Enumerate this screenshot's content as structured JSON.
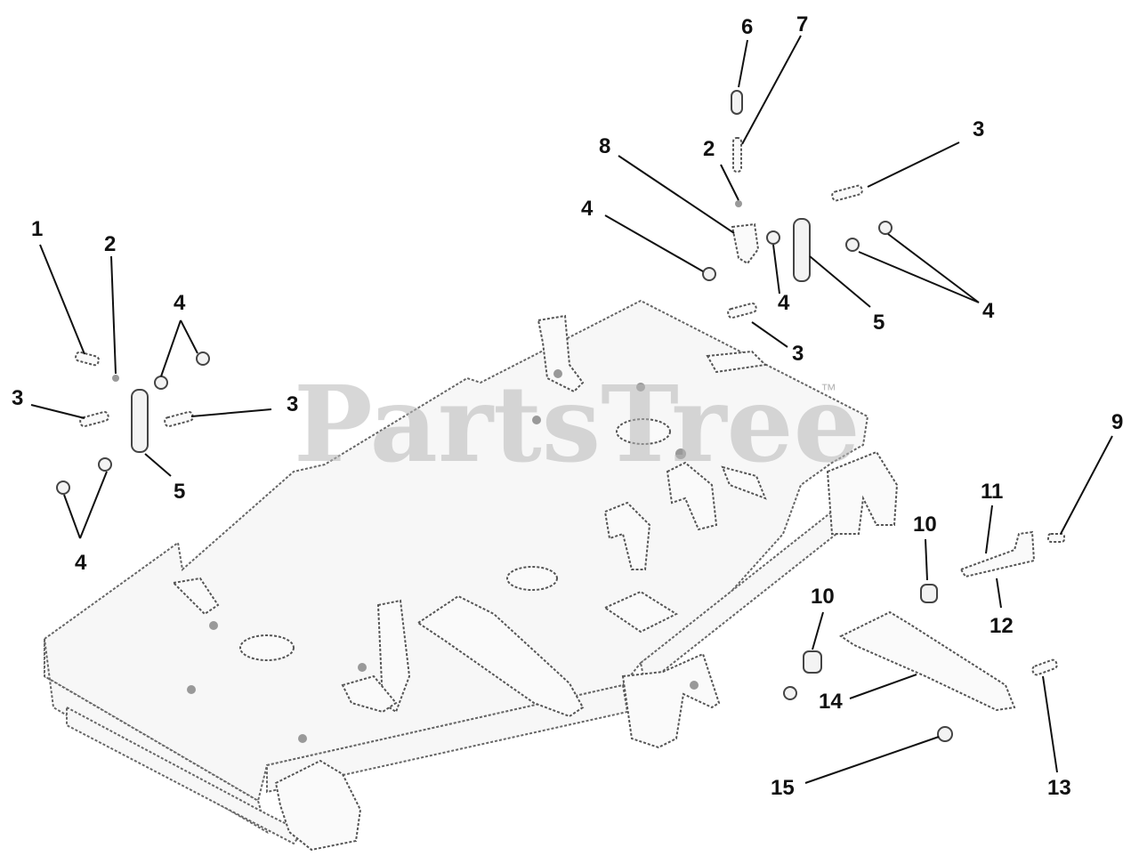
{
  "watermark": {
    "brand": "PartsTree",
    "trademark": "™"
  },
  "callouts": {
    "c1": "1",
    "c2a": "2",
    "c2b": "2",
    "c3a": "3",
    "c3b": "3",
    "c3c": "3",
    "c3d": "3",
    "c4a": "4",
    "c4b": "4",
    "c4c": "4",
    "c4d": "4",
    "c4e": "4",
    "c5a": "5",
    "c5b": "5",
    "c6": "6",
    "c7": "7",
    "c8": "8",
    "c9": "9",
    "c10a": "10",
    "c10b": "10",
    "c11": "11",
    "c12": "12",
    "c13": "13",
    "c14": "14",
    "c15": "15"
  }
}
